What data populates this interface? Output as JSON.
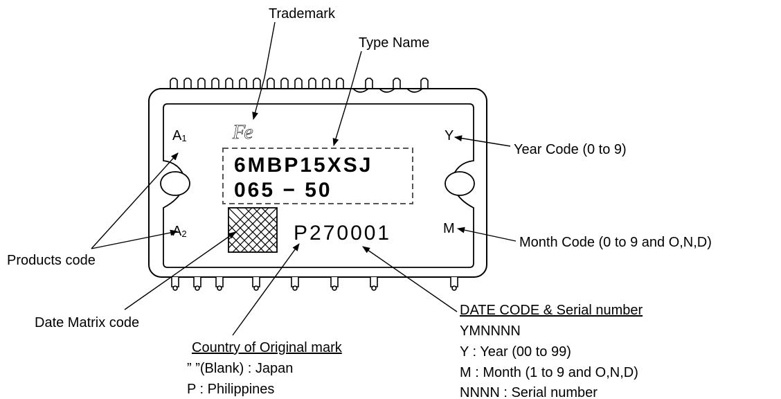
{
  "labels": {
    "trademark": "Trademark",
    "type_name": "Type Name",
    "year_code": "Year Code (0 to 9)",
    "month_code": "Month Code (0 to 9 and O,N,D)",
    "products_code": "Products code",
    "date_matrix_code": "Date Matrix code"
  },
  "country_block": {
    "heading": "Country of Original mark",
    "lines": [
      "” ”(Blank) : Japan",
      "P : Philippines"
    ]
  },
  "date_block": {
    "heading": "DATE CODE & Serial number",
    "lines": [
      "YMNNNN",
      "Y : Year (00 to 99)",
      "M : Month (1 to 9 and O,N,D)",
      "NNNN : Serial number"
    ]
  },
  "chip": {
    "logo": "Fe",
    "type_line1": "6MBP15XSJ",
    "type_line2": "065 − 50",
    "serial": "P270001",
    "corner_a1_letter": "A",
    "corner_a1_sub": "1",
    "corner_a2_letter": "A",
    "corner_a2_sub": "2",
    "corner_y": "Y",
    "corner_m": "M"
  }
}
